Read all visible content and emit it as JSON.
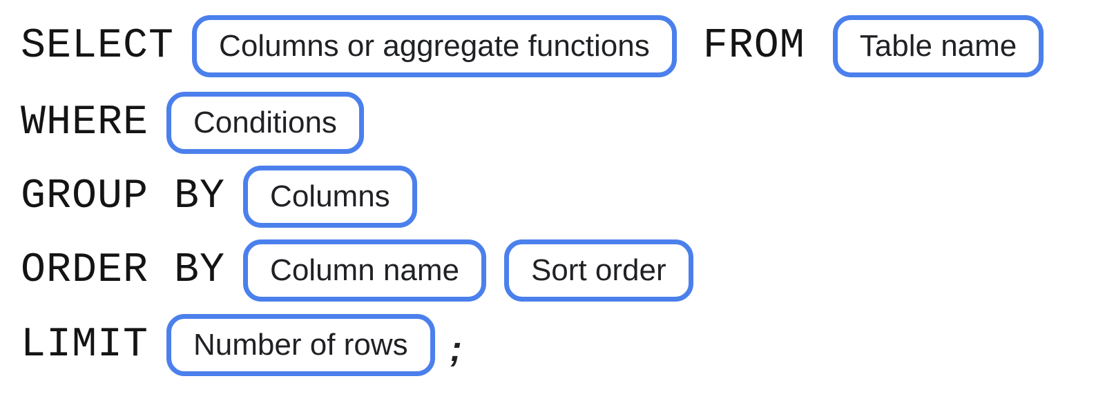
{
  "diagram_type": "sql-query-syntax",
  "clauses": {
    "select": {
      "keyword": "SELECT",
      "placeholder": "Columns or aggregate functions"
    },
    "from": {
      "keyword": "FROM",
      "placeholder": "Table name"
    },
    "where": {
      "keyword": "WHERE",
      "placeholder": "Conditions"
    },
    "group_by": {
      "keyword": "GROUP BY",
      "placeholder": "Columns"
    },
    "order_by": {
      "keyword": "ORDER BY",
      "placeholders": [
        "Column name",
        "Sort order"
      ]
    },
    "limit": {
      "keyword": "LIMIT",
      "placeholder": "Number of rows",
      "terminator": ";"
    }
  },
  "colors": {
    "pill_border": "#4b80ec",
    "pill_background": "#ffffff",
    "keyword_text": "#141414",
    "pill_text": "#202124"
  }
}
